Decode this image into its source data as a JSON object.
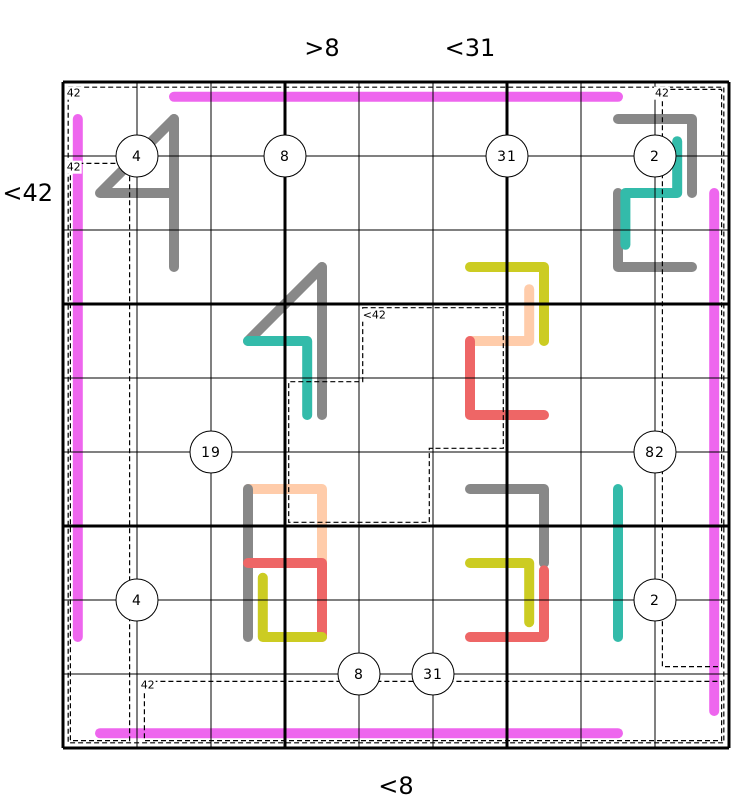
{
  "puzzle": {
    "rows": 9,
    "cols": 9,
    "outside_clues": [
      {
        "id": "top-col-4",
        "text": ">8",
        "side": "top",
        "col": 3.5
      },
      {
        "id": "top-col-6",
        "text": "<31",
        "side": "top",
        "col": 5.5
      },
      {
        "id": "left-row-1",
        "text": "<42",
        "side": "left",
        "row": 1.5
      },
      {
        "id": "bottom-col-5",
        "text": "<8",
        "side": "bottom",
        "col": 4.5
      }
    ],
    "circle_clues": [
      {
        "text": "4",
        "row": 1,
        "col": 1
      },
      {
        "text": "8",
        "row": 1,
        "col": 3
      },
      {
        "text": "31",
        "row": 1,
        "col": 6
      },
      {
        "text": "2",
        "row": 1,
        "col": 8
      },
      {
        "text": "19",
        "row": 5,
        "col": 2
      },
      {
        "text": "82",
        "row": 5,
        "col": 8
      },
      {
        "text": "4",
        "row": 7,
        "col": 1
      },
      {
        "text": "2",
        "row": 7,
        "col": 8
      },
      {
        "text": "8",
        "row": 8,
        "col": 4
      },
      {
        "text": "31",
        "row": 8,
        "col": 5
      }
    ],
    "cages": [
      {
        "label": "42",
        "label_at": [
          0.05,
          0.05
        ],
        "inset": 0.07,
        "path": [
          [
            0,
            0
          ],
          [
            9,
            0
          ],
          [
            9,
            9
          ],
          [
            0,
            9
          ]
        ]
      },
      {
        "label": "42",
        "label_at": [
          0.05,
          1.05
        ],
        "inset": 0.1,
        "path": [
          [
            0,
            1
          ],
          [
            1,
            1
          ],
          [
            1,
            9
          ],
          [
            0,
            9
          ]
        ]
      },
      {
        "label": "42",
        "label_at": [
          8.0,
          0.05
        ],
        "inset": 0.1,
        "path": [
          [
            8,
            0
          ],
          [
            9,
            0
          ],
          [
            9,
            8
          ],
          [
            8,
            8
          ]
        ]
      },
      {
        "label": "42",
        "label_at": [
          1.05,
          8.05
        ],
        "inset": 0.1,
        "path": [
          [
            1,
            8
          ],
          [
            9,
            8
          ],
          [
            9,
            9
          ],
          [
            1,
            9
          ]
        ]
      },
      {
        "label": "<42",
        "label_at": [
          4.05,
          3.05
        ],
        "inset": 0.05,
        "path": [
          [
            4,
            3
          ],
          [
            6,
            3
          ],
          [
            6,
            5
          ],
          [
            5,
            5
          ],
          [
            5,
            6
          ],
          [
            3,
            6
          ],
          [
            3,
            4
          ],
          [
            4,
            4
          ]
        ]
      }
    ],
    "lines": [
      {
        "color": "#ee66ee",
        "points": [
          [
            1.5,
            0.2
          ],
          [
            7.5,
            0.2
          ]
        ]
      },
      {
        "color": "#ee66ee",
        "points": [
          [
            0.2,
            0.5
          ],
          [
            0.2,
            7.5
          ]
        ]
      },
      {
        "color": "#ee66ee",
        "points": [
          [
            8.8,
            1.5
          ],
          [
            8.8,
            8.5
          ]
        ]
      },
      {
        "color": "#ee66ee",
        "points": [
          [
            0.5,
            8.8
          ],
          [
            7.5,
            8.8
          ]
        ]
      },
      {
        "color": "#888888",
        "points": [
          [
            1.5,
            0.5
          ],
          [
            0.5,
            1.5
          ],
          [
            1.5,
            1.5
          ]
        ]
      },
      {
        "color": "#888888",
        "points": [
          [
            1.5,
            0.5
          ],
          [
            1.5,
            2.5
          ]
        ]
      },
      {
        "color": "#888888",
        "points": [
          [
            7.5,
            0.5
          ],
          [
            8.5,
            0.5
          ],
          [
            8.5,
            1.5
          ]
        ]
      },
      {
        "color": "#888888",
        "points": [
          [
            7.5,
            1.5
          ],
          [
            7.5,
            2.5
          ],
          [
            8.5,
            2.5
          ]
        ]
      },
      {
        "color": "#33bbaa",
        "points": [
          [
            8.3,
            0.8
          ],
          [
            8.3,
            1.5
          ],
          [
            7.6,
            1.5
          ],
          [
            7.6,
            2.2
          ]
        ]
      },
      {
        "color": "#888888",
        "points": [
          [
            3.5,
            2.5
          ],
          [
            2.5,
            3.5
          ]
        ]
      },
      {
        "color": "#33bbaa",
        "points": [
          [
            2.5,
            3.5
          ],
          [
            3.3,
            3.5
          ],
          [
            3.3,
            4.5
          ]
        ]
      },
      {
        "color": "#888888",
        "points": [
          [
            3.5,
            2.5
          ],
          [
            3.5,
            4.5
          ]
        ]
      },
      {
        "color": "#cccc22",
        "points": [
          [
            5.5,
            2.5
          ],
          [
            6.5,
            2.5
          ],
          [
            6.5,
            3.5
          ]
        ]
      },
      {
        "color": "#ffccaa",
        "points": [
          [
            6.3,
            2.8
          ],
          [
            6.3,
            3.5
          ],
          [
            5.5,
            3.5
          ]
        ]
      },
      {
        "color": "#ee6666",
        "points": [
          [
            5.5,
            3.5
          ],
          [
            5.5,
            4.5
          ],
          [
            6.5,
            4.5
          ]
        ]
      },
      {
        "color": "#ffccaa",
        "points": [
          [
            2.5,
            5.5
          ],
          [
            3.5,
            5.5
          ],
          [
            3.5,
            6.5
          ]
        ]
      },
      {
        "color": "#888888",
        "points": [
          [
            2.5,
            5.5
          ],
          [
            2.5,
            7.5
          ]
        ]
      },
      {
        "color": "#ee6666",
        "points": [
          [
            2.5,
            6.5
          ],
          [
            3.5,
            6.5
          ],
          [
            3.5,
            7.5
          ]
        ]
      },
      {
        "color": "#cccc22",
        "points": [
          [
            2.7,
            6.7
          ],
          [
            2.7,
            7.5
          ],
          [
            3.5,
            7.5
          ]
        ]
      },
      {
        "color": "#888888",
        "points": [
          [
            5.5,
            5.5
          ],
          [
            6.5,
            5.5
          ],
          [
            6.5,
            6.5
          ]
        ]
      },
      {
        "color": "#cccc22",
        "points": [
          [
            5.5,
            6.5
          ],
          [
            6.3,
            6.5
          ],
          [
            6.3,
            7.3
          ]
        ]
      },
      {
        "color": "#ee6666",
        "points": [
          [
            6.5,
            6.6
          ],
          [
            6.5,
            7.5
          ],
          [
            5.5,
            7.5
          ]
        ]
      },
      {
        "color": "#33bbaa",
        "points": [
          [
            7.5,
            5.5
          ],
          [
            7.5,
            7.5
          ]
        ]
      }
    ]
  }
}
